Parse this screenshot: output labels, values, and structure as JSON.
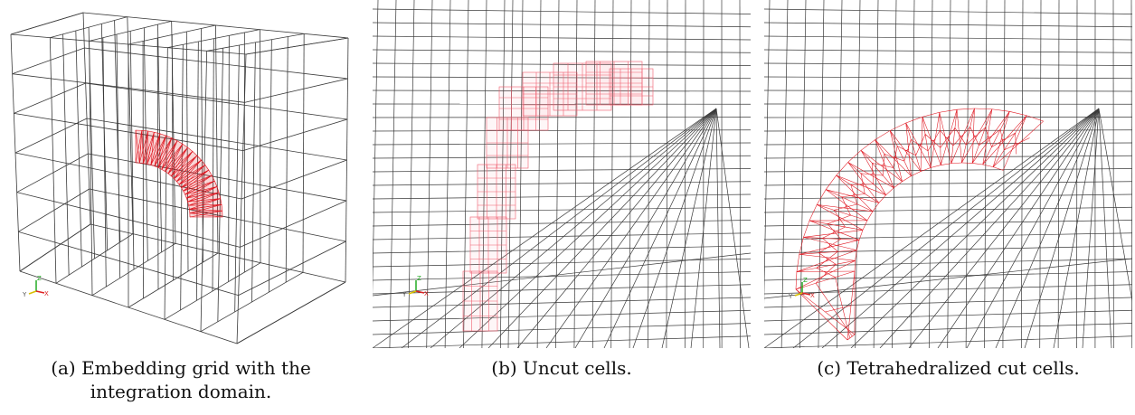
{
  "figure": {
    "panels": [
      {
        "id": "a",
        "caption_lines": [
          "(a) Embedding grid with the",
          "integration domain."
        ],
        "axes": {
          "z": "Z",
          "y": "Y",
          "x": "X"
        }
      },
      {
        "id": "b",
        "caption_lines": [
          "(b) Uncut cells."
        ],
        "axes": {
          "z": "Z",
          "y": "Y",
          "x": "X"
        }
      },
      {
        "id": "c",
        "caption_lines": [
          "(c) Tetrahedralized cut cells."
        ],
        "axes": {
          "z": "Z",
          "y": "Y",
          "x": "X"
        }
      }
    ],
    "colors": {
      "grid": "#3a3a3a",
      "domain": "#e0141e",
      "axis_z": "#22aa22",
      "axis_y": "#d8c000",
      "axis_x": "#dd2222"
    }
  }
}
